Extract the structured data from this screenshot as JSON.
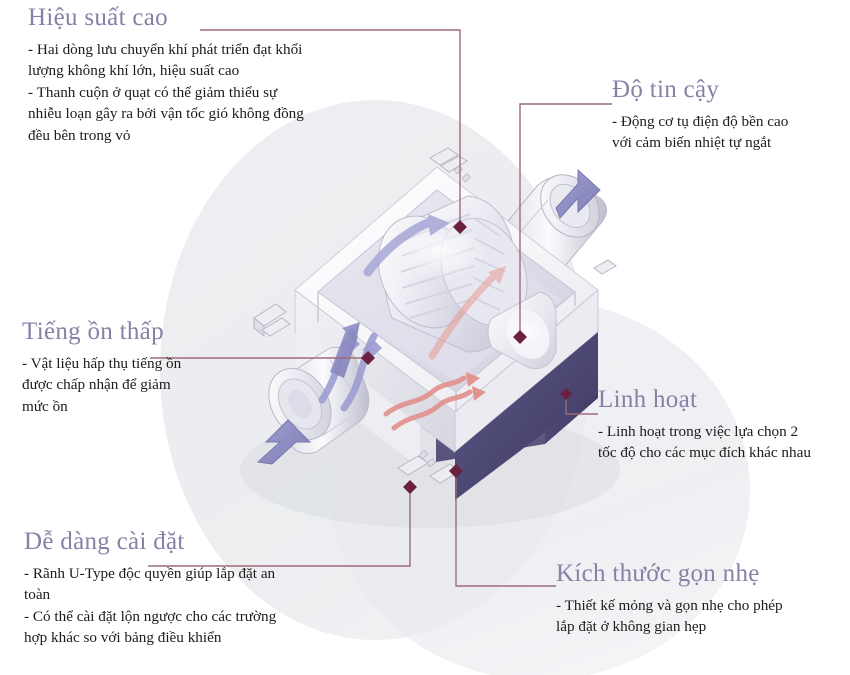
{
  "diagram": {
    "subject": "inline duct ventilation fan cutaway",
    "colors": {
      "heading": "#8a7fa6",
      "body": "#1c1c1c",
      "connector": "#9c6b7d",
      "marker": "#6b2040",
      "arrow_intake": "#8a8ac0",
      "arrow_internal": "#a3a6d4",
      "airflow_warm": "#e08a86",
      "housing_shadow": "#4a4570",
      "background_circle": "#ecedf0"
    },
    "callouts": [
      {
        "id": "high-efficiency",
        "title": "Hiệu suất cao",
        "body": [
          "- Hai dòng lưu chuyển khí phát triển đạt khối",
          "lượng không khí lớn, hiệu suất cao",
          "- Thanh cuộn ở quạt có thể giảm thiểu sự",
          "nhiễu loạn gây ra bởi vận tốc gió không đồng",
          "đều bên trong vỏ"
        ]
      },
      {
        "id": "reliability",
        "title": "Độ tin cậy",
        "body": [
          "- Động cơ tụ điện độ bền cao",
          "với cảm biến nhiệt tự ngắt"
        ]
      },
      {
        "id": "low-noise",
        "title": "Tiếng ồn thấp",
        "body": [
          "- Vật liệu hấp thụ tiếng ồn",
          "được chấp nhận để giảm",
          "mức ồn"
        ]
      },
      {
        "id": "flexible",
        "title": "Linh hoạt",
        "body": [
          "- Linh hoạt trong việc lựa chọn 2",
          "tốc độ cho các mục đích khác nhau"
        ]
      },
      {
        "id": "easy-install",
        "title": "Dễ dàng cài đặt",
        "body": [
          "- Rãnh U-Type độc quyền giúp lắp đặt an",
          "toàn",
          "- Có thể cài đặt lộn ngược cho các trường",
          "hợp khác so với bảng điều khiển"
        ]
      },
      {
        "id": "compact-size",
        "title": "Kích thước gọn nhẹ",
        "body": [
          "- Thiết kế mỏng và gọn nhẹ cho phép",
          "lắp đặt ở không gian hẹp"
        ]
      }
    ]
  }
}
